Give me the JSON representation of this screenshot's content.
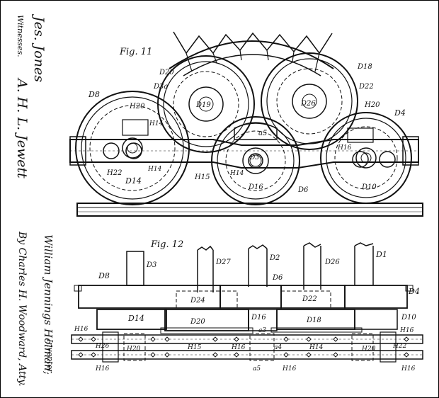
{
  "figures": {
    "fig11": "Fig. 11",
    "fig12": "Fig. 12"
  },
  "sidebar": {
    "witnesses_heading": "Witnesses.",
    "witness_1": "Jes. Jones",
    "witness_2": "A. H. L. Jewett",
    "inventor_name": "William Jennings Holman,",
    "inventor_title": "Inventor,",
    "attorney": "By Charles H. Woodward, Atty."
  },
  "fig11_labels": {
    "D8": "D8",
    "D3a": "D3a",
    "D20": "D20",
    "D19": "D19",
    "D18": "D18",
    "D22": "D22",
    "D26": "D26",
    "D4": "D4",
    "H20_left": "H20",
    "H20_right": "H20",
    "a5": "a5",
    "H14_a": "H14",
    "H14_b": "H14",
    "H14_c": "H14",
    "H16": "H16",
    "D3": "D3",
    "H22": "H22",
    "D14": "D14",
    "H15": "H15",
    "D16": "D16",
    "D6": "D6",
    "D10": "D10"
  },
  "fig12_labels": {
    "D8": "D8",
    "D3": "D3",
    "D27": "D27",
    "D2": "D2",
    "D26": "D26",
    "D1": "D1",
    "D6": "D6",
    "D4": "D4",
    "D24": "D24",
    "D22": "D22",
    "D14": "D14",
    "D20": "D20",
    "D16": "D16",
    "D18": "D18",
    "D10": "D10",
    "H16_a": "H16",
    "H16_b": "H16",
    "H16_c": "H16",
    "H16_d": "H16",
    "H16_e": "H16",
    "H26": "H26",
    "H20_a": "H20",
    "H15": "H15",
    "H16_f": "H16",
    "a3": "a3",
    "a4": "a4",
    "H14": "H14",
    "H20_b": "H20",
    "H22": "H22",
    "a5": "a5"
  }
}
